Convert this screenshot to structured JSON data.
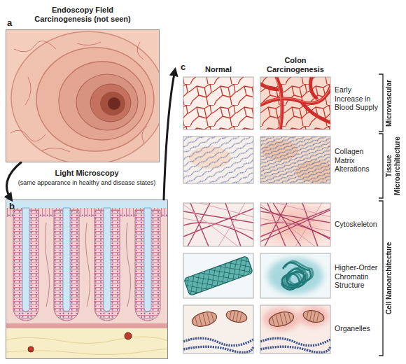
{
  "diagram": {
    "nodes": [
      {
        "text": [
          "Endoscopy Field Carcinogenesis (not seen)",
          "a"
        ]
      },
      {
        "text": [
          "Light Microscopy",
          "(same appearance in healthy and disease states)",
          "b"
        ]
      },
      {
        "text": [
          "c"
        ]
      }
    ],
    "edges": [
      {
        "from": 0,
        "to": 1,
        "arrow": "to"
      },
      {
        "from": 1,
        "to": 2,
        "arrow": "to"
      }
    ],
    "labels": [
      "Normal",
      "Colon Carcinogenesis",
      "Early Increase in Blood Supply",
      "Collagen Matrix Alterations",
      "Cytoskeleton",
      "Higher-Order Chromatin Structure",
      "Organelles",
      "Microvascular",
      "Tissue Microarchitecture",
      "Cell Nanoarchitecture"
    ]
  }
}
